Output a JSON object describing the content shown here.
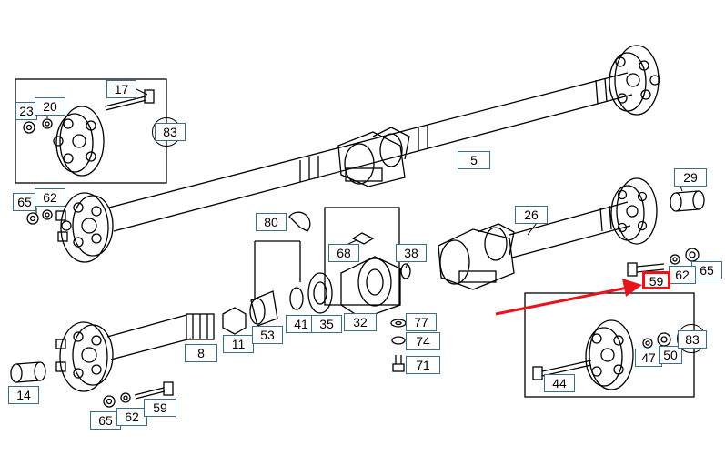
{
  "diagram": {
    "highlight_label": "59",
    "accent_color": "#e8141b",
    "label_border_color": "#3b6e86",
    "labels": [
      "23",
      "20",
      "17",
      "83",
      "65",
      "62",
      "5",
      "80",
      "68",
      "38",
      "26",
      "29",
      "65",
      "62",
      "59",
      "11",
      "53",
      "41",
      "35",
      "32",
      "77",
      "74",
      "71",
      "8",
      "14",
      "65",
      "62",
      "59",
      "44",
      "47",
      "50",
      "83"
    ]
  }
}
